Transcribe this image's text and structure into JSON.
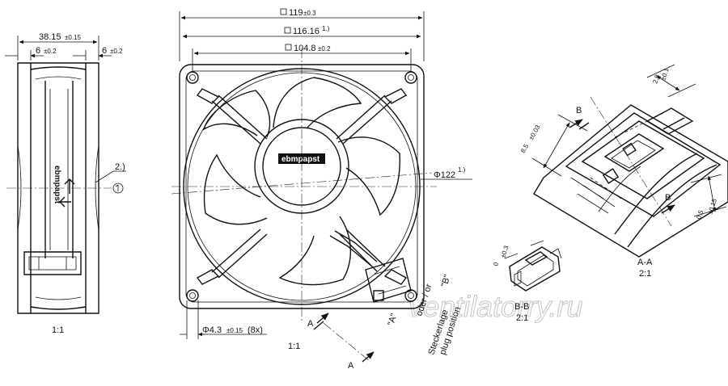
{
  "side_view": {
    "dim_depth": "38.15",
    "dim_depth_tol": "±0.15",
    "dim_flange_left": "6",
    "dim_flange_left_tol": "±0.2",
    "dim_flange_right": "6",
    "dim_flange_right_tol": "±0.2",
    "note_2": "2.)",
    "brand_label": "ebmpapst",
    "scale": "1:1"
  },
  "front_view": {
    "dim_outer": "119",
    "dim_outer_tol": "±0.3",
    "dim_mid": "116.16",
    "dim_mid_note": "1.)",
    "dim_hole_spacing": "104.8",
    "dim_hole_spacing_tol": "±0.2",
    "dim_diameter": "Φ122",
    "dim_diameter_note": "1.)",
    "dim_hole": "Φ4.3",
    "dim_hole_tol": "±0.15",
    "dim_hole_count": "(8x)",
    "hub_label": "ebmpapst",
    "scale": "1:1",
    "section_a_top": "A",
    "section_a_bottom": "A",
    "label_a_quote": "\"A\"",
    "label_oder": "oder / or",
    "label_b_quote": "\"B\"",
    "label_steckerlage": "Steckerlage",
    "label_plug_position": "plug position"
  },
  "section_bb": {
    "dim": "0",
    "dim_tol": "±0.3",
    "title": "B-B",
    "scale": "2:1"
  },
  "section_aa": {
    "dim_top": "2.8",
    "dim_top_tol": "±0.1",
    "dim_left": "8.5",
    "dim_left_tol": "±0.03",
    "dim_right": "0.5",
    "dim_right_tol": "±0.15",
    "marker_b_top": "B",
    "marker_b_bottom": "B",
    "title": "A-A",
    "scale": "2:1"
  },
  "watermark": "ventilatorry.ru"
}
